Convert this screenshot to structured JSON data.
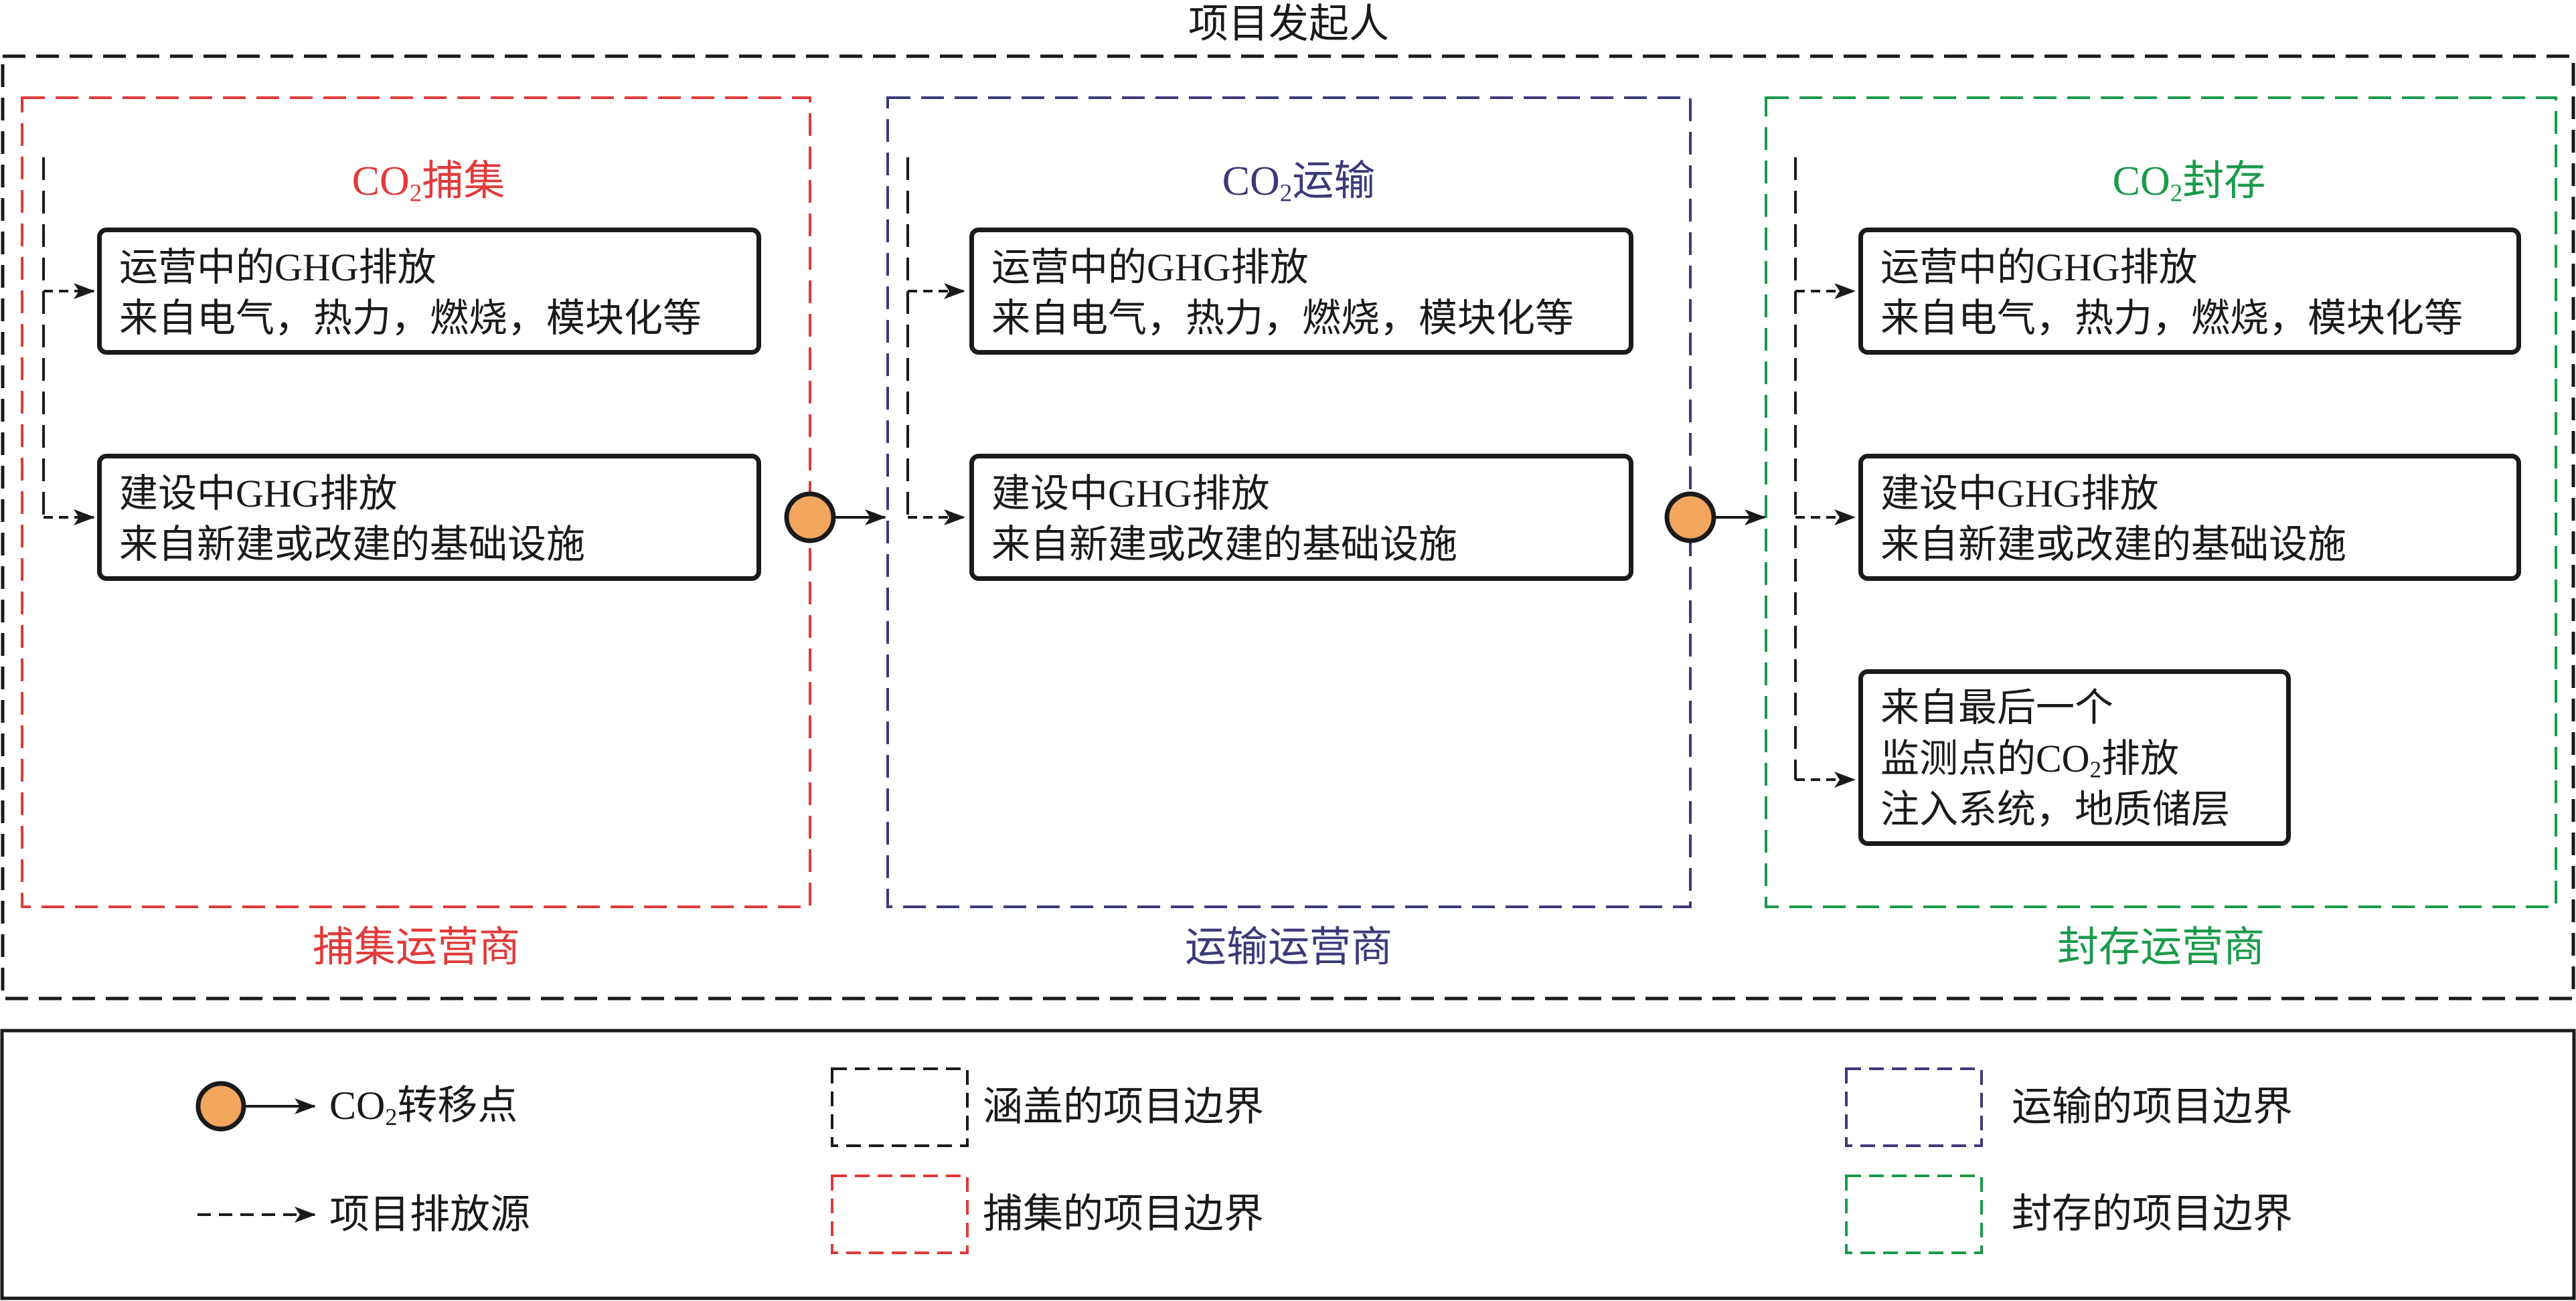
{
  "title": "项目发起人",
  "colors": {
    "cover": "#1a1a1a",
    "capture": "#e03a3a",
    "transport": "#3d3a7a",
    "storage": "#1a9a4a",
    "transfer_point_fill": "#f2a65e"
  },
  "columns": [
    {
      "id": "capture",
      "heading_prefix": "CO",
      "heading_sub": "2",
      "heading_suffix": "捕集",
      "operator": "捕集运营商",
      "boxes": [
        {
          "lines": [
            "运营中的GHG排放",
            "来自电气，热力，燃烧，模块化等"
          ]
        },
        {
          "lines": [
            "建设中GHG排放",
            "来自新建或改建的基础设施"
          ]
        }
      ]
    },
    {
      "id": "transport",
      "heading_prefix": "CO",
      "heading_sub": "2",
      "heading_suffix": "运输",
      "operator": "运输运营商",
      "boxes": [
        {
          "lines": [
            "运营中的GHG排放",
            "来自电气，热力，燃烧，模块化等"
          ]
        },
        {
          "lines": [
            "建设中GHG排放",
            "来自新建或改建的基础设施"
          ]
        }
      ]
    },
    {
      "id": "storage",
      "heading_prefix": "CO",
      "heading_sub": "2",
      "heading_suffix": "封存",
      "operator": "封存运营商",
      "boxes": [
        {
          "lines": [
            "运营中的GHG排放",
            "来自电气，热力，燃烧，模块化等"
          ]
        },
        {
          "lines": [
            "建设中GHG排放",
            "来自新建或改建的基础设施"
          ]
        },
        {
          "lines": [
            "来自最后一个",
            "监测点的",
            "排放",
            "注入系统，地质储层"
          ],
          "co2_line": {
            "before": "监测点的CO",
            "sub": "2",
            "after": "排放"
          }
        }
      ]
    }
  ],
  "legend": {
    "transfer_point": {
      "prefix": "CO",
      "sub": "2",
      "suffix": "转移点"
    },
    "emission_source": "项目排放源",
    "cover_boundary": "涵盖的项目边界",
    "capture_boundary": "捕集的项目边界",
    "transport_boundary": "运输的项目边界",
    "storage_boundary": "封存的项目边界"
  }
}
